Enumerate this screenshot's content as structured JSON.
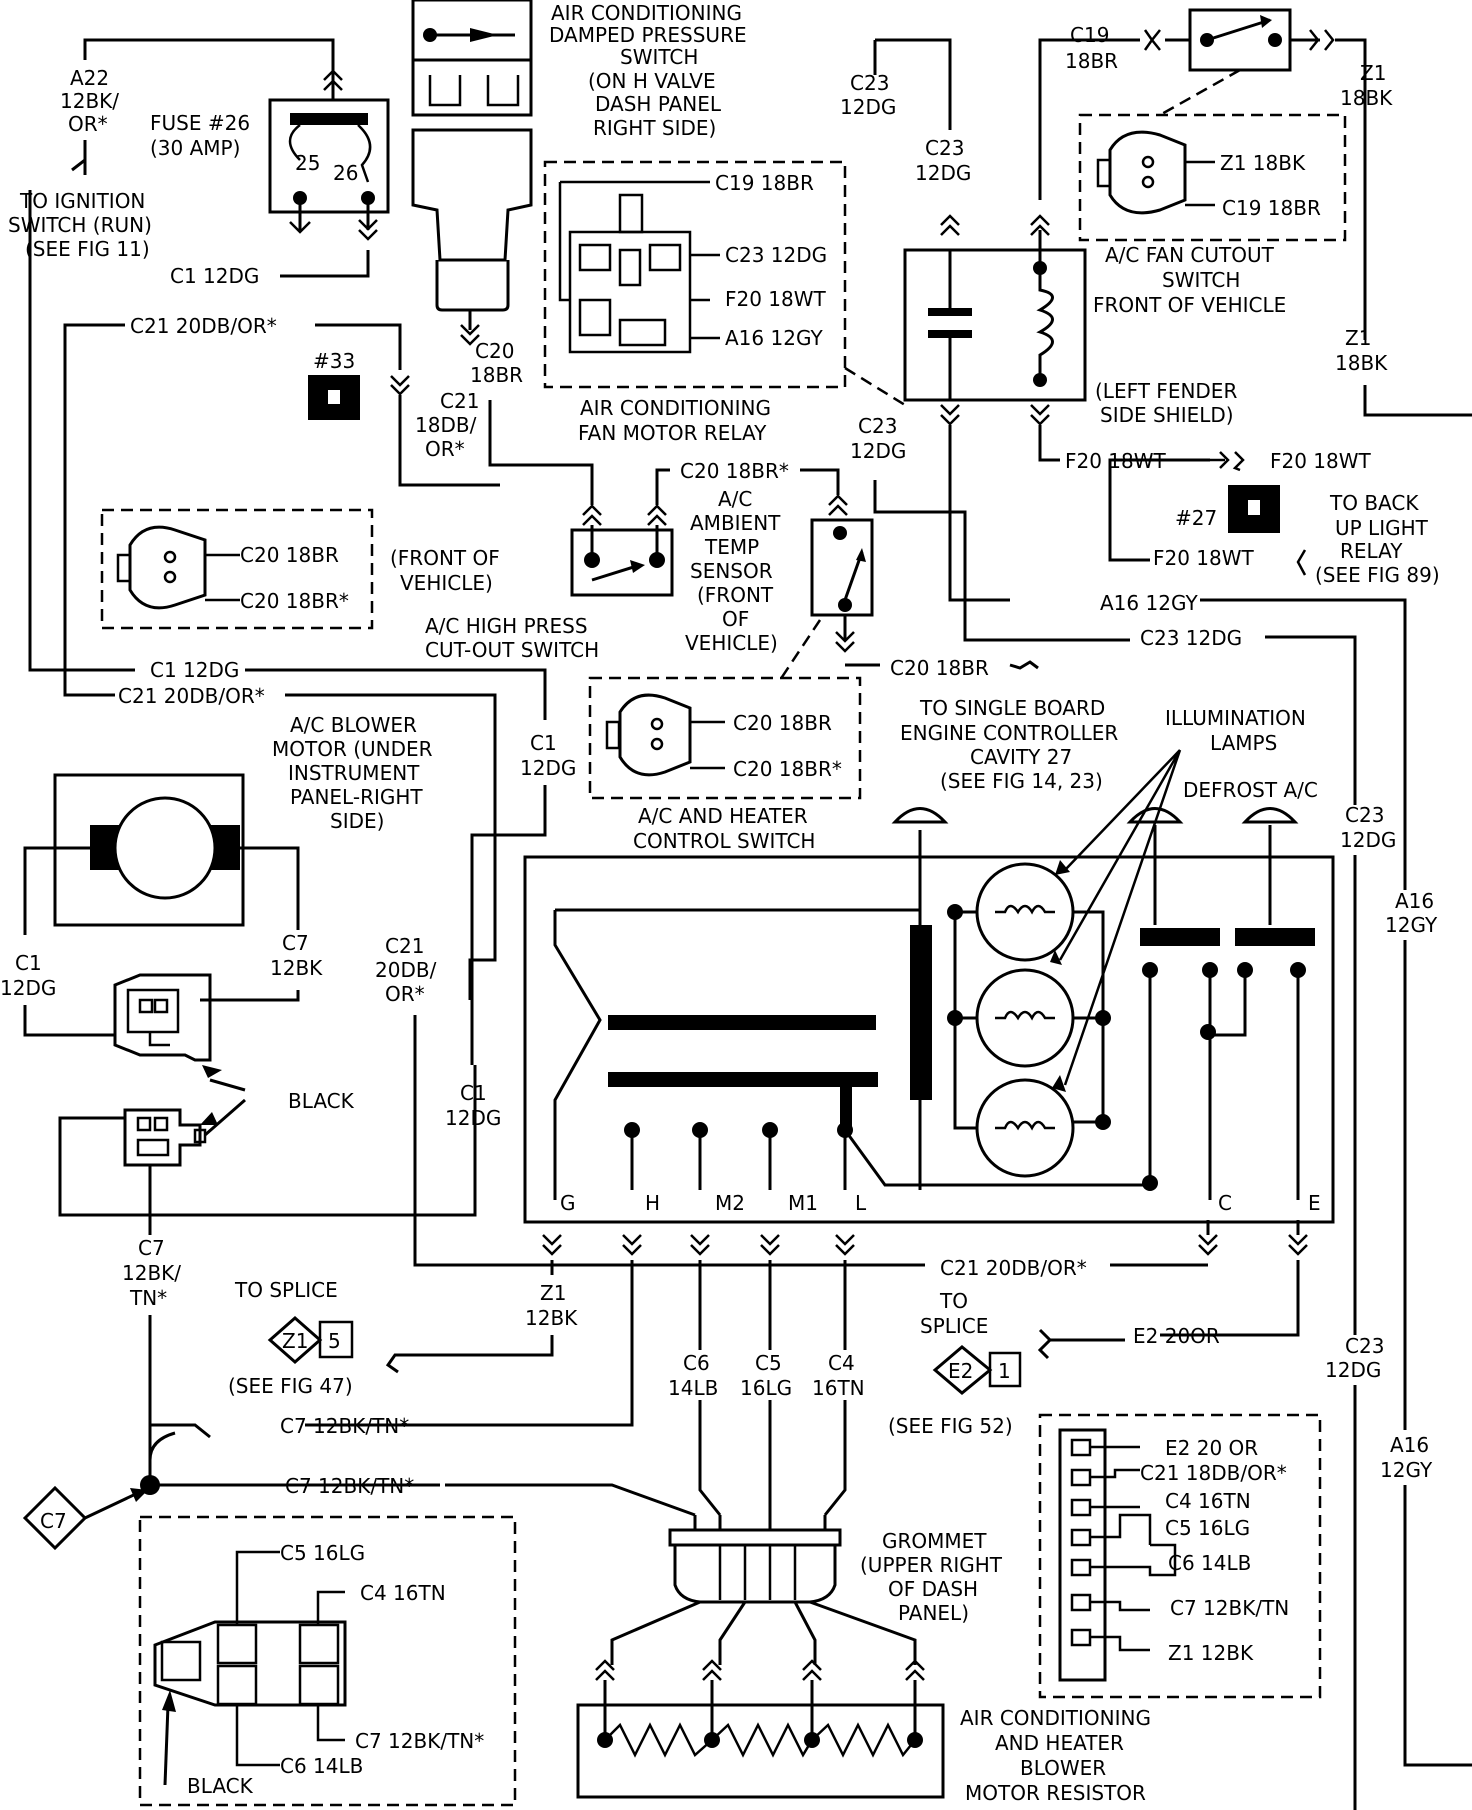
{
  "components": {
    "damped_switch": [
      "AIR CONDITIONING",
      "DAMPED PRESSURE",
      "SWITCH",
      "(ON H VALVE",
      "DASH PANEL",
      "RIGHT SIDE)"
    ],
    "fuse26": [
      "FUSE #26",
      "(30 AMP)"
    ],
    "fuse_pins": [
      "25",
      "26"
    ],
    "ignition": [
      "TO IGNITION",
      "SWITCH (RUN)",
      "(SEE FIG 11)"
    ],
    "fan_relay": [
      "AIR CONDITIONING",
      "FAN MOTOR RELAY"
    ],
    "relay_pins": [
      "C19 18BR",
      "C23 12DG",
      "F20 18WT",
      "A16 12GY"
    ],
    "cutout": [
      "A/C FAN CUTOUT",
      "SWITCH",
      "FRONT OF VEHICLE"
    ],
    "cutout_pins": [
      "Z1 18BK",
      "C19 18BR"
    ],
    "fender": [
      "(LEFT FENDER",
      "SIDE SHIELD)"
    ],
    "backup": [
      "TO BACK",
      "UP LIGHT",
      "RELAY",
      "(SEE FIG 89)"
    ],
    "fuse27": "#27",
    "fuse33": "#33",
    "front_vehicle": [
      "(FRONT OF",
      "VEHICLE)"
    ],
    "hp_conn_pins": [
      "C20 18BR",
      "C20 18BR*"
    ],
    "hp_switch": [
      "A/C HIGH PRESS",
      "CUT-OUT SWITCH"
    ],
    "ambient": [
      "A/C",
      "AMBIENT",
      "TEMP",
      "SENSOR",
      "(FRONT",
      "OF",
      "VEHICLE)"
    ],
    "ctrl_conn_pins": [
      "C20 18BR",
      "C20 18BR*"
    ],
    "ctrl_switch": [
      "A/C AND HEATER",
      "CONTROL SWITCH"
    ],
    "sbec": [
      "TO SINGLE BOARD",
      "ENGINE CONTROLLER",
      "CAVITY 27",
      "(SEE FIG 14, 23)"
    ],
    "illum": [
      "ILLUMINATION",
      "LAMPS"
    ],
    "defrost": "DEFROST A/C",
    "blower_motor": [
      "A/C BLOWER",
      "MOTOR (UNDER",
      "INSTRUMENT",
      "PANEL-RIGHT",
      "SIDE)"
    ],
    "black": "BLACK",
    "switch_pins": [
      "G",
      "H",
      "M2",
      "M1",
      "L",
      "C",
      "E"
    ],
    "to_splice": "TO SPLICE",
    "to_splice2": [
      "TO",
      "SPLICE"
    ],
    "splice_z1": [
      "Z1",
      "5"
    ],
    "splice_e2": [
      "E2",
      "1"
    ],
    "see_fig47": "(SEE FIG 47)",
    "see_fig52": "(SEE FIG 52)",
    "splice_c7": "C7",
    "grommet": [
      "GROMMET",
      "(UPPER RIGHT",
      "OF DASH",
      "PANEL)"
    ],
    "resistor": [
      "AIR CONDITIONING",
      "AND HEATER",
      "BLOWER",
      "MOTOR RESISTOR"
    ],
    "resistor_conn_pins": [
      "E2 20 OR",
      "C21 18DB/OR*",
      "C4 16TN",
      "C5 16LG",
      "C6 14LB",
      "C7 12BK/TN",
      "Z1 12BK"
    ],
    "bottom_conn_pins": [
      "C5 16LG",
      "C4 16TN",
      "C7 12BK/TN*",
      "C6 14LB"
    ]
  },
  "wires": {
    "a22": [
      "A22",
      "12BK/",
      "OR*"
    ],
    "c1_top": "C1 12DG",
    "c21_top": "C21 20DB/OR*",
    "c21_18db": [
      "C21",
      "18DB/",
      "OR*"
    ],
    "c20_18br": [
      "C20",
      "18BR"
    ],
    "c20_star": "C20 18BR*",
    "c23_12dg": [
      "C23",
      "12DG"
    ],
    "c19_18br": [
      "C19",
      "18BR"
    ],
    "z1_18bk": [
      "Z1",
      "18BK"
    ],
    "f20": "F20 18WT",
    "a16_h": "A16 12GY",
    "c23_h": "C23 12DG",
    "c1_mid": "C1 12DG",
    "c21_mid": "C21 20DB/OR*",
    "c1_12dg": [
      "C1",
      "12DG"
    ],
    "c20_sbec": "C20 18BR",
    "c23_v": [
      "C23",
      "12DG"
    ],
    "a16_v": [
      "A16",
      "12GY"
    ],
    "c7_12bk": [
      "C7",
      "12BK"
    ],
    "c21_20db": [
      "C21",
      "20DB/",
      "OR*"
    ],
    "c7_tn": [
      "C7",
      "12BK/",
      "TN*"
    ],
    "c21_bottom": "C21 20DB/OR*",
    "z1_12bk": [
      "Z1",
      "12BK"
    ],
    "e2": "E2 20OR",
    "c6": [
      "C6",
      "14LB"
    ],
    "c5": [
      "C5",
      "16LG"
    ],
    "c4": [
      "C4",
      "16TN"
    ],
    "c7_star": "C7 12BK/TN*"
  }
}
